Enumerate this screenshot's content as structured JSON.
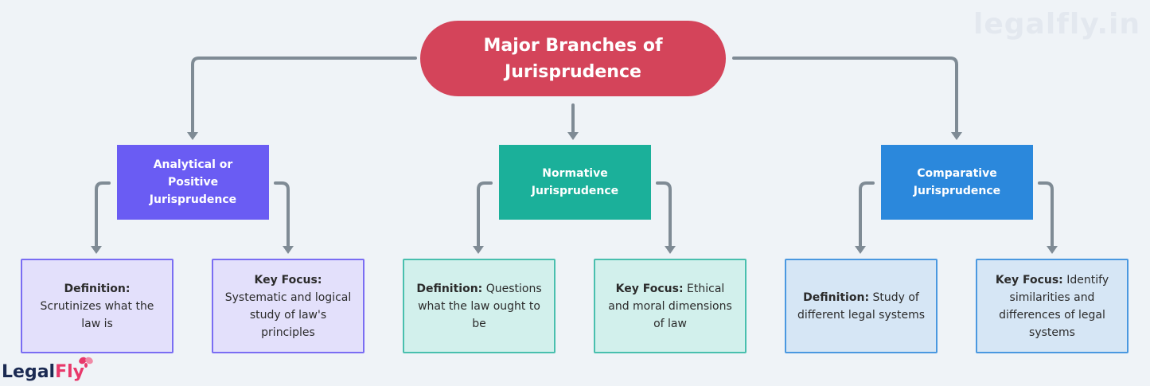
{
  "watermark": "legalfly.in",
  "logo": {
    "text_main": "Legal",
    "text_accent": "Fly"
  },
  "root": {
    "title": "Major Branches of Jurisprudence"
  },
  "branches": [
    {
      "title": "Analytical or Positive Jurisprudence",
      "color": "#6a5cf3",
      "definition": {
        "label": "Definition:",
        "text": "Scrutinizes what the law is"
      },
      "key_focus": {
        "label": "Key Focus:",
        "text": "Systematic and logical study of law's principles"
      }
    },
    {
      "title": "Normative Jurisprudence",
      "color": "#1bb09a",
      "definition": {
        "label": "Definition:",
        "text": "Questions what the law ought to be"
      },
      "key_focus": {
        "label": "Key Focus:",
        "text": "Ethical and moral dimensions of law"
      }
    },
    {
      "title": "Comparative Jurisprudence",
      "color": "#2b88dc",
      "definition": {
        "label": "Definition:",
        "text": "Study of different legal systems"
      },
      "key_focus": {
        "label": "Key Focus:",
        "text": "Identify similarities and differences of legal systems"
      }
    }
  ],
  "connector_color": "#7f8b95",
  "root_color": "#d4445a"
}
